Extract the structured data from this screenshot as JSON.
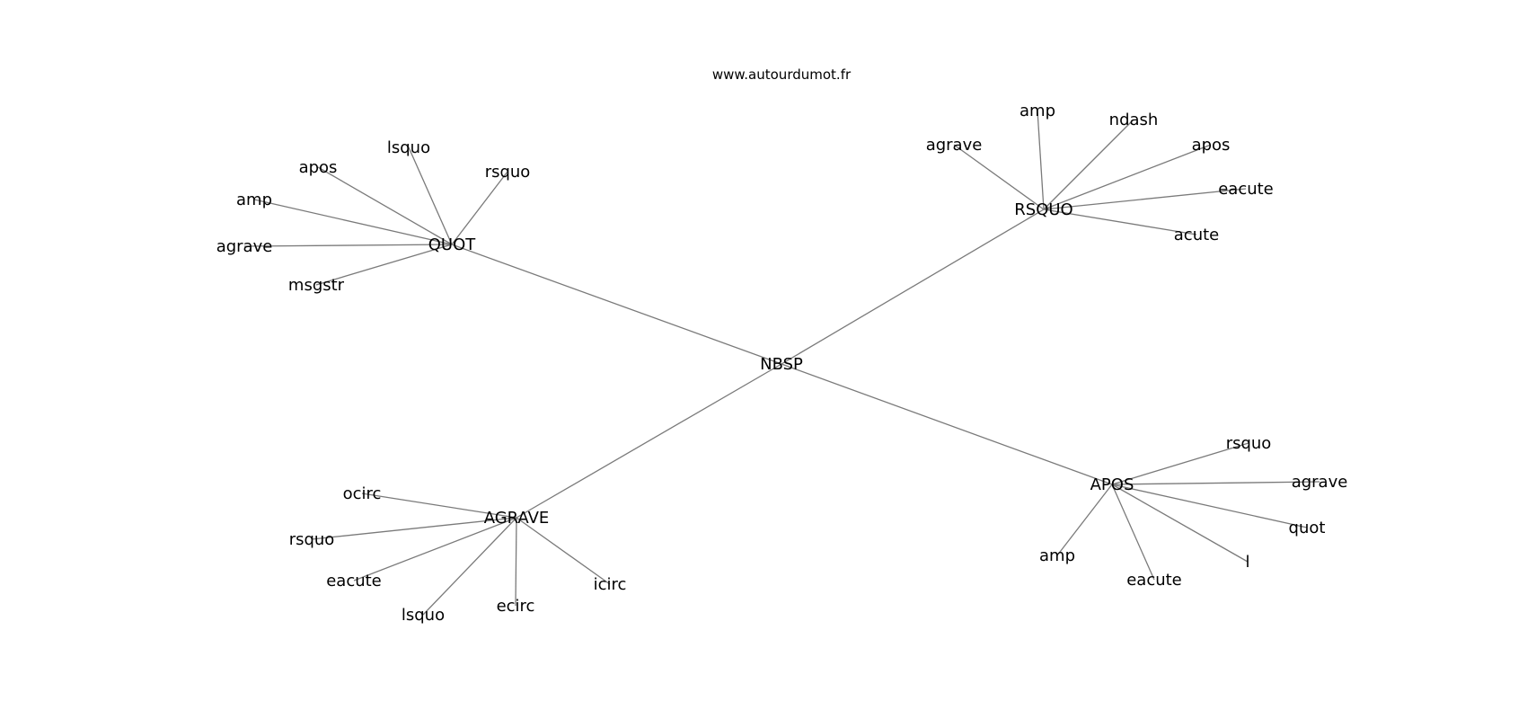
{
  "header": {
    "site": "www.autourdumot.fr"
  },
  "graph": {
    "edge_color": "#7a7a7a",
    "center": "NBSP",
    "hubs": [
      {
        "label": "QUOT",
        "leaves": [
          "lsquo",
          "apos",
          "rsquo",
          "amp",
          "agrave",
          "msgstr"
        ]
      },
      {
        "label": "RSQUO",
        "leaves": [
          "amp",
          "ndash",
          "agrave",
          "apos",
          "eacute",
          "acute"
        ]
      },
      {
        "label": "AGRAVE",
        "leaves": [
          "ocirc",
          "rsquo",
          "eacute",
          "lsquo",
          "ecirc",
          "icirc"
        ]
      },
      {
        "label": "APOS",
        "leaves": [
          "rsquo",
          "agrave",
          "quot",
          "l",
          "eacute",
          "amp"
        ]
      }
    ]
  }
}
